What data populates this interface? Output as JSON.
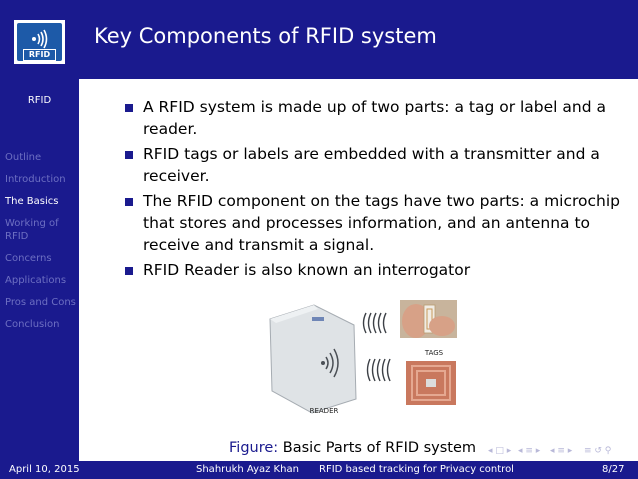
{
  "sidebar": {
    "logo_text": "RFID",
    "section_title": "RFID",
    "nav": [
      "Outline",
      "Introduction",
      "The Basics",
      "Working of RFID",
      "Concerns",
      "Applications",
      "Pros and Cons",
      "Conclusion"
    ],
    "active": "The Basics"
  },
  "slide": {
    "title": "Key Components of RFID system",
    "bullets": [
      "A RFID system is made up of two parts: a tag or label and a reader.",
      "RFID tags or labels are embedded with a transmitter and a receiver.",
      "The RFID component on the tags have two parts: a microchip that stores and processes information, and an antenna to receive and transmit a signal.",
      "RFID Reader is also known an interrogator"
    ],
    "figure": {
      "reader_label": "READER",
      "tags_label": "TAGS",
      "caption_label": "Figure:",
      "caption_text": "Basic Parts of RFID system"
    }
  },
  "footer": {
    "date": "April 10, 2015",
    "author": "Shahrukh Ayaz Khan",
    "short_title": "RFID based tracking for Privacy control",
    "page": "8/27"
  },
  "colors": {
    "theme": "#1a1a8e",
    "nav_inactive": "#6d6fc2"
  }
}
